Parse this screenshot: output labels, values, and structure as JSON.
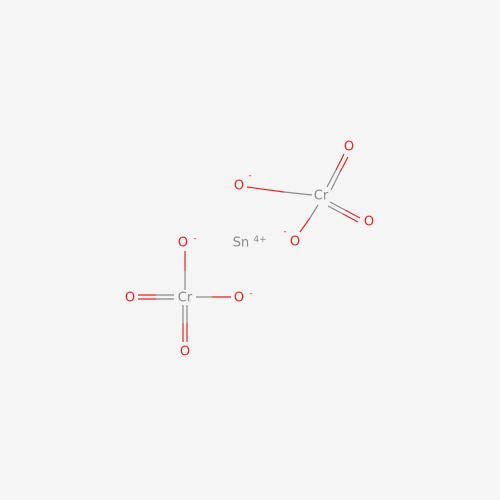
{
  "molecule": {
    "ion": {
      "symbol": "Sn",
      "charge": "4+"
    },
    "chromate_1": {
      "cr": {
        "symbol": "Cr"
      },
      "o_double_top": {
        "symbol": "O"
      },
      "o_double_right": {
        "symbol": "O"
      },
      "o_single_left": {
        "symbol": "O",
        "charge": "-"
      },
      "o_single_bottom": {
        "symbol": "O",
        "charge": "-"
      }
    },
    "chromate_2": {
      "cr": {
        "symbol": "Cr"
      },
      "o_single_top": {
        "symbol": "O",
        "charge": "-"
      },
      "o_single_right": {
        "symbol": "O",
        "charge": "-"
      },
      "o_double_left": {
        "symbol": "O"
      },
      "o_double_bottom": {
        "symbol": "O"
      }
    }
  },
  "colors": {
    "background": "#f5f5f5",
    "oxygen": "#e8231f",
    "chromium": "#8a8a8a",
    "tin": "#8a8a8a",
    "bond_oxygen": "#e8231f",
    "bond_chromium": "#8a8a8a"
  }
}
